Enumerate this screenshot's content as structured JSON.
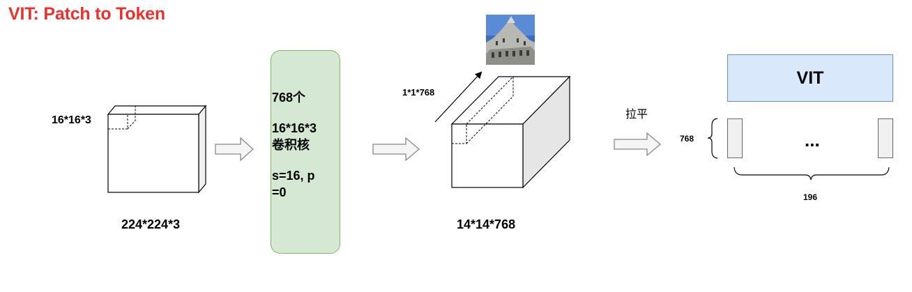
{
  "title": "VIT: Patch to Token",
  "input": {
    "patch_label": "16*16*3",
    "size_label": "224*224*3"
  },
  "conv": {
    "lines": [
      "768个",
      "16*16*3",
      "卷积核",
      "s=16, p",
      "=0"
    ]
  },
  "feature_map": {
    "token_label": "1*1*768",
    "size_label": "14*14*768"
  },
  "flatten_label": "拉平",
  "vit": {
    "box_label": "VIT",
    "dim_label": "768",
    "ellipsis": "...",
    "count_label": "196"
  },
  "colors": {
    "title": "#e8322f",
    "green_fill": "#d5e8d4",
    "green_stroke": "#82b366",
    "blue_fill": "#dae8fc",
    "blue_stroke": "#6c8ebf"
  },
  "icons": [
    "arrow-right-icon",
    "photo-patch-thumbnail"
  ]
}
